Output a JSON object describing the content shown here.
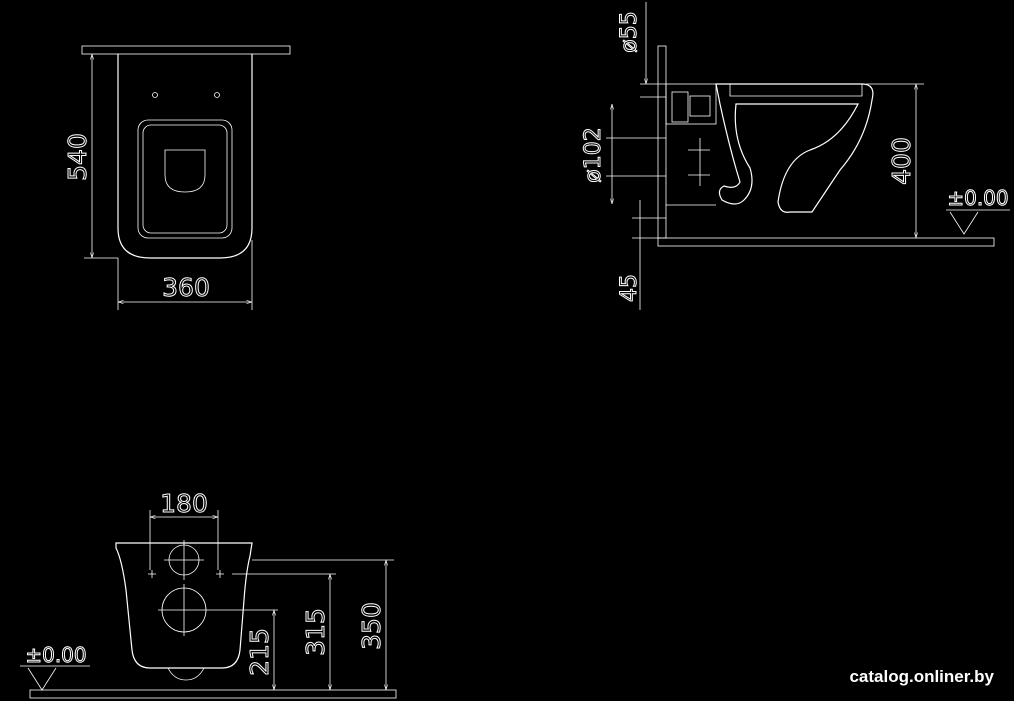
{
  "top_view": {
    "width_label": "360",
    "depth_label": "540"
  },
  "side_view": {
    "height_label": "400",
    "level_label": "±0.00",
    "pipe_small_label": "ø55",
    "pipe_large_label": "ø102",
    "offset_label": "45"
  },
  "front_view": {
    "bolt_spacing_label": "180",
    "outlet_height_label": "215",
    "inlet_height_label": "315",
    "top_height_label": "350",
    "level_label": "±0.00"
  },
  "watermark": "catalog.onliner.by"
}
